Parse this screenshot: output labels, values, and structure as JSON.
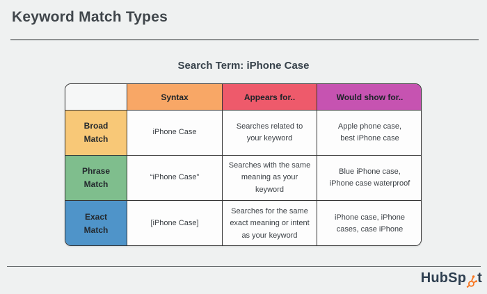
{
  "page": {
    "title": "Keyword Match Types",
    "subtitle": "Search Term: iPhone Case",
    "background_color": "#EFF1F1"
  },
  "table": {
    "columns": [
      {
        "label": "",
        "color": "#F6F7F7"
      },
      {
        "label": "Syntax",
        "color": "#F8A766"
      },
      {
        "label": "Appears for..",
        "color": "#EE5A6B"
      },
      {
        "label": "Would show for..",
        "color": "#C653B1"
      }
    ],
    "rows": [
      {
        "label": "Broad\nMatch",
        "label_color": "#F8C877",
        "syntax": "iPhone Case",
        "appears_for": "Searches related to\nyour keyword",
        "would_show_for": "Apple phone case,\nbest iPhone case"
      },
      {
        "label": "Phrase\nMatch",
        "label_color": "#7FBE8D",
        "syntax": "“iPhone Case”",
        "appears_for": "Searches with the same\nmeaning as your\nkeyword",
        "would_show_for": "Blue iPhone case,\niPhone case waterproof"
      },
      {
        "label": "Exact\nMatch",
        "label_color": "#4F94C9",
        "syntax": "[iPhone Case]",
        "appears_for": "Searches for the same\nexact meaning or intent\nas your keyword",
        "would_show_for": "iPhone case, iPhone\ncases, case iPhone"
      }
    ]
  },
  "branding": {
    "logo_full": "HubSpot",
    "logo_prefix": "HubSp",
    "logo_suffix": "t",
    "sprocket_color": "#F8761F",
    "logo_text_color": "#2E3F50"
  }
}
